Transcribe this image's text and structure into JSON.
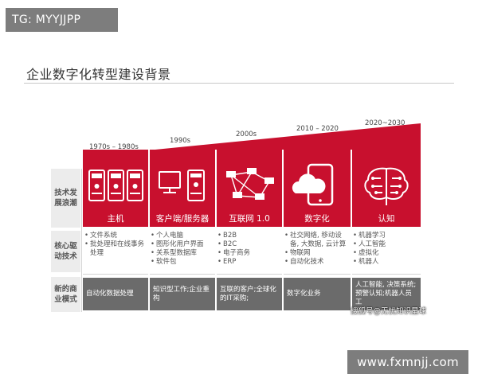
{
  "watermark_top": "TG: MYYJJPP",
  "title": "企业数字化转型建设背景",
  "eras": [
    "1970s – 1980s",
    "1990s",
    "2000s",
    "2010 – 2020",
    "2020~2030"
  ],
  "row_labels": {
    "tech_trend": "技术发展浪潮",
    "core_tech": "核心驱动技术",
    "new_mode": "新的商业模式"
  },
  "columns": [
    {
      "label": "主机",
      "icon": "mainframe-icon",
      "tech": [
        "文件系统",
        "批处理和在线事务处理"
      ],
      "mode": "自动化数据处理"
    },
    {
      "label": "客户端/服务器",
      "icon": "client-server-icon",
      "tech": [
        "个人电脑",
        "图形化用户界面",
        "关系型数据库",
        "软件包"
      ],
      "mode": "知识型工作;企业重构"
    },
    {
      "label": "互联网 1.0",
      "icon": "network-icon",
      "tech": [
        "B2B",
        "B2C",
        "电子商务",
        "ERP"
      ],
      "mode": "互联的客户;全球化的IT采购;"
    },
    {
      "label": "数字化",
      "icon": "cloud-mobile-icon",
      "tech": [
        "社交网络, 移动设备, 大数据, 云计算",
        "物联网",
        "自动化技术"
      ],
      "mode": "数字化业务"
    },
    {
      "label": "认知",
      "icon": "brain-icon",
      "tech": [
        "机器学习",
        "人工智能",
        "虚拟化",
        "机器人"
      ],
      "mode": "人工智能, 决策系统; 预警认知;机器人员工"
    }
  ],
  "watermark_sohu": "搜狐号@无忧知识星球",
  "footer": "www.fxmnjj.com",
  "colors": {
    "accent_red": "#c8102e",
    "mode_gray": "#6b6b6b",
    "tag_gray": "#7d7d7d"
  }
}
